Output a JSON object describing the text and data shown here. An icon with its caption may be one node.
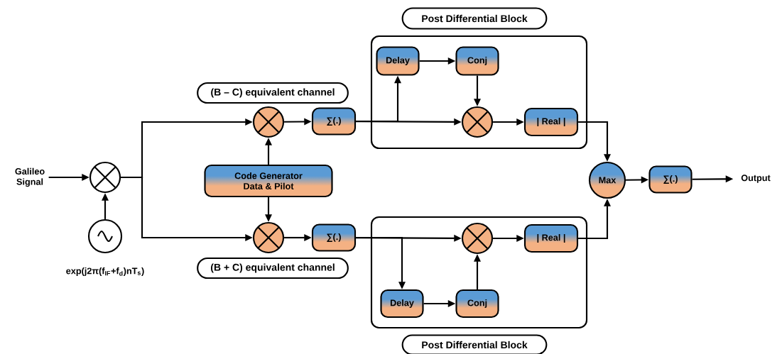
{
  "diagram": {
    "nodes": [
      {
        "text": [
          "Galileo Signal"
        ]
      },
      {
        "text": [],
        "shape": "circle"
      },
      {
        "text": [],
        "shape": "circle",
        "beside": [
          "exp(j2π(f$_{IF}$+f$_{d}$)nT$_{s}$)"
        ]
      },
      {
        "text": [
          "(B – C) equivalent channel"
        ]
      },
      {
        "text": [],
        "shape": "circle"
      },
      {
        "text": [
          "∑(.)"
        ]
      },
      {
        "text": [
          "Code Generator",
          "Data & Pilot"
        ]
      },
      {
        "text": [],
        "shape": "circle"
      },
      {
        "text": [
          "∑(.)"
        ]
      },
      {
        "text": [
          "(B + C) equivalent channel"
        ]
      },
      {
        "text": [
          "Post Differential Block"
        ]
      },
      {
        "text": [],
        "shape": "box"
      },
      {
        "text": [
          "Delay"
        ],
        "in": 11
      },
      {
        "text": [
          "Conj"
        ],
        "in": 11
      },
      {
        "text": [],
        "shape": "circle",
        "in": 11
      },
      {
        "text": [
          "| Real |"
        ],
        "in": 11
      },
      {
        "text": [],
        "shape": "box"
      },
      {
        "text": [],
        "shape": "circle",
        "in": 16
      },
      {
        "text": [
          "| Real |"
        ],
        "in": 16
      },
      {
        "text": [
          "Delay"
        ],
        "in": 16
      },
      {
        "text": [
          "Conj"
        ],
        "in": 16
      },
      {
        "text": [
          "Post Differential Block"
        ]
      },
      {
        "text": [
          "Max"
        ]
      },
      {
        "text": [
          "∑(.)"
        ]
      },
      {
        "text": [
          "Output"
        ]
      }
    ],
    "edges": [
      {
        "from": 0,
        "to": 1,
        "arrow": "to"
      },
      {
        "from": 2,
        "to": 1,
        "arrow": "to"
      },
      {
        "from": 1,
        "to": 4,
        "arrow": "to"
      },
      {
        "from": 1,
        "to": 7,
        "arrow": "to"
      },
      {
        "from": 6,
        "to": 4,
        "arrow": "to"
      },
      {
        "from": 6,
        "to": 7,
        "arrow": "to"
      },
      {
        "from": 4,
        "to": 5,
        "arrow": "to"
      },
      {
        "from": 7,
        "to": 8,
        "arrow": "to"
      },
      {
        "from": 5,
        "to": 12,
        "arrow": "to"
      },
      {
        "from": 5,
        "to": 14,
        "arrow": "to"
      },
      {
        "from": 12,
        "to": 13,
        "arrow": "to"
      },
      {
        "from": 13,
        "to": 14,
        "arrow": "to"
      },
      {
        "from": 14,
        "to": 15,
        "arrow": "to"
      },
      {
        "from": 15,
        "to": 22,
        "arrow": "to"
      },
      {
        "from": 8,
        "to": 17,
        "arrow": "to"
      },
      {
        "from": 8,
        "to": 19,
        "arrow": "to"
      },
      {
        "from": 19,
        "to": 20,
        "arrow": "to"
      },
      {
        "from": 20,
        "to": 17,
        "arrow": "to"
      },
      {
        "from": 17,
        "to": 18,
        "arrow": "to"
      },
      {
        "from": 18,
        "to": 22,
        "arrow": "to"
      },
      {
        "from": 22,
        "to": 23,
        "arrow": "to"
      },
      {
        "from": 23,
        "to": 24,
        "arrow": "to"
      }
    ]
  }
}
